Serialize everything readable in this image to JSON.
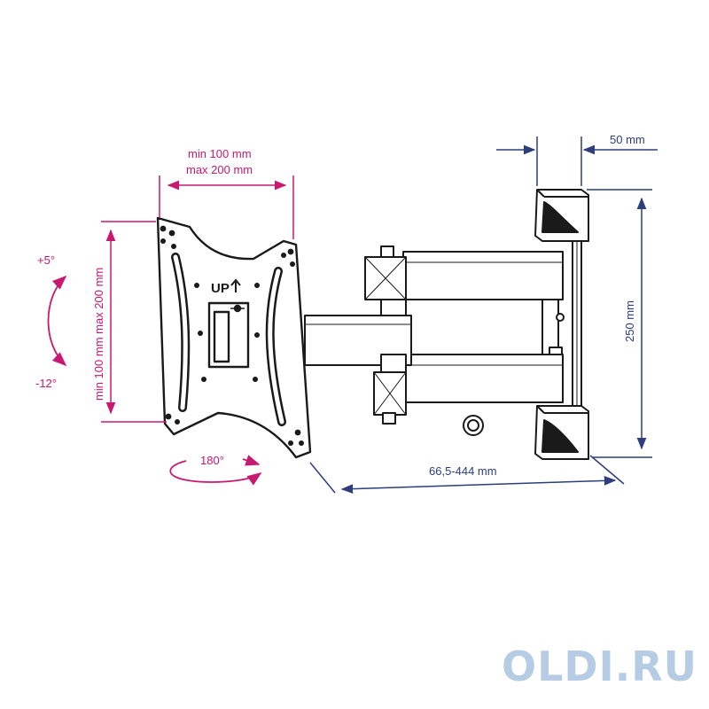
{
  "labels": {
    "width_min": "min 100 mm",
    "width_max": "max 200 mm",
    "height_range": "min 100 mm max 200 mm",
    "tilt_up": "+5°",
    "tilt_down": "-12°",
    "swivel": "180°",
    "up_mark": "UP",
    "depth": "50 mm",
    "wall_height": "250 mm",
    "extension": "66,5-444 mm"
  },
  "watermark": "OLDI.RU",
  "colors": {
    "magenta": "#c8186f",
    "navy": "#2c3e7c",
    "line": "#1a1a1a",
    "fill": "#ffffff",
    "watermark": "#5e8cc4"
  }
}
